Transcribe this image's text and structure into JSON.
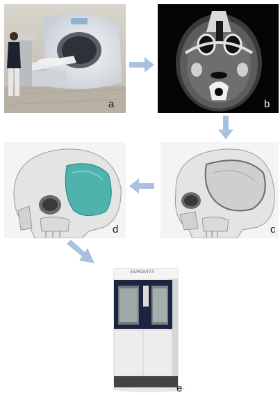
{
  "panels": {
    "a": {
      "label": "a",
      "label_color": "#1a1a1a"
    },
    "b": {
      "label": "b",
      "label_color": "#ffffff"
    },
    "c": {
      "label": "c",
      "label_color": "#1a1a1a"
    },
    "d": {
      "label": "d",
      "label_color": "#1a1a1a"
    },
    "e": {
      "label": "e",
      "label_color": "#1a1a1a"
    }
  },
  "printer_brand_text": "EUROVITA",
  "colors": {
    "arrow": "#a9c1df",
    "implant": "#4fb3ac",
    "skull": "#e4e4e4",
    "ct_background": "#050505"
  },
  "icons": {
    "panel_a": "mri-scanner-photo",
    "panel_b": "ct-axial-slice",
    "panel_c": "skull-with-defect-3d",
    "panel_d": "skull-with-cranial-implant-3d",
    "panel_e": "3d-printer-machine"
  }
}
